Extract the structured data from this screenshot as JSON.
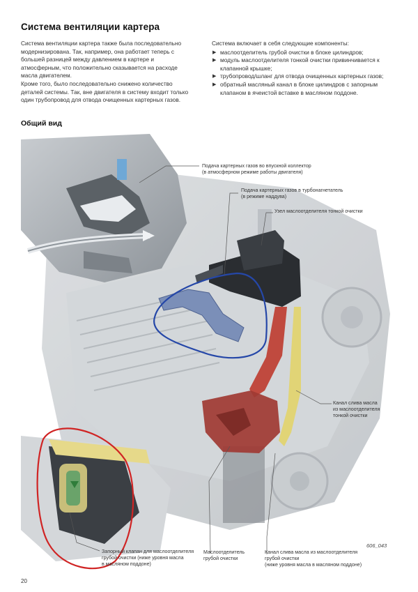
{
  "page": {
    "title": "Система вентиляции картера",
    "left_column": [
      "Система вентиляции картера также была последовательно модернизирована. Так, например, она работает теперь с большей разницей между давлением в картере и атмосферным, что положительно сказывается на расходе масла двигателем.",
      "Кроме того, было последовательно снижено количество деталей системы. Так, вне двигателя в систему входит только один трубопровод для отвода очищенных картерных газов."
    ],
    "right_column": {
      "intro": "Система включает в себя следующие компоненты:",
      "items": [
        "маслоотделитель грубой очистки в блоке цилиндров;",
        "модуль маслоотделителя тонкой очистки привинчивается к клапанной крышке;",
        "трубопровод/шланг для отвода очищенных картерных газов;",
        "обратный масляный канал в блоке цилиндров с запорным клапаном в ячеистой вставке в масляном поддоне."
      ]
    },
    "section_title": "Общий вид",
    "callouts": {
      "intake": [
        "Подача картерных газов во впускной коллектор",
        "(в атмосферном режиме работы двигателя)"
      ],
      "turbo": [
        "Подача картерных газов в турбонагнетатель",
        "(в режиме наддува)"
      ],
      "fine_unit": [
        "Узел маслоотделителя тонкой очистки"
      ],
      "fine_drain": [
        "Канал слива масла",
        "из маслоотделителя",
        "тонкой очистки"
      ],
      "check_valve": [
        "Запорный клапан для маслоотделителя",
        "грубой очистки (ниже уровня масла",
        "в масляном поддоне)"
      ],
      "coarse_sep": [
        "Маслоотделитель",
        "грубой очистки"
      ],
      "coarse_drain": [
        "Канал слива масла из маслоотделителя",
        "грубой очистки",
        "(ниже уровня масла в масляном поддоне)"
      ]
    },
    "figure_id": "606_043",
    "page_number": "20"
  }
}
